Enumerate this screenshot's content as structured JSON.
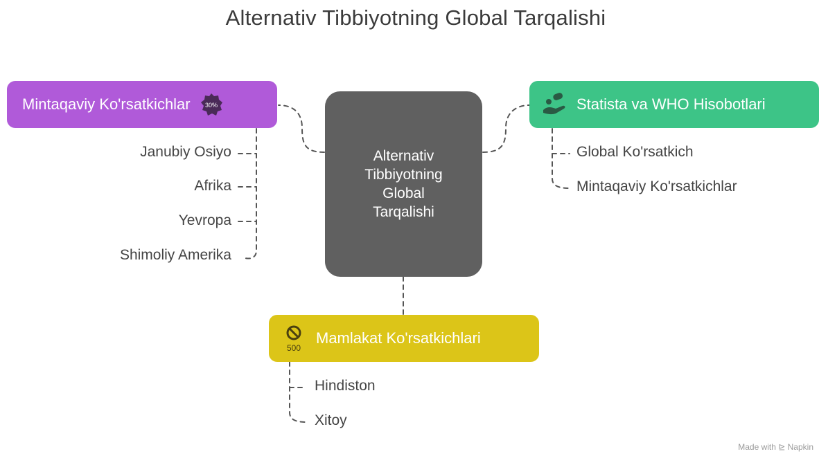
{
  "title": "Alternativ Tibbiyotning Global Tarqalishi",
  "center": {
    "label": "Alternativ Tibbiyotning Global Tarqalishi"
  },
  "branches": {
    "regional": {
      "label": "Mintaqaviy Ko'rsatkichlar",
      "icon": "percent-badge-icon",
      "icon_text": "30%",
      "color": "#b05ad9",
      "items": [
        "Janubiy Osiyo",
        "Afrika",
        "Yevropa",
        "Shimoliy Amerika"
      ]
    },
    "reports": {
      "label": "Statista va WHO Hisobotlari",
      "icon": "hand-pill-icon",
      "color": "#3dc487",
      "items": [
        "Global Ko'rsatkich",
        "Mintaqaviy Ko'rsatkichlar"
      ]
    },
    "country": {
      "label": "Mamlakat Ko'rsatkichlari",
      "icon": "no-sign-500-icon",
      "icon_text": "500",
      "color": "#dcc518",
      "items": [
        "Hindiston",
        "Xitoy"
      ]
    }
  },
  "watermark": "Made with ⊵ Napkin"
}
